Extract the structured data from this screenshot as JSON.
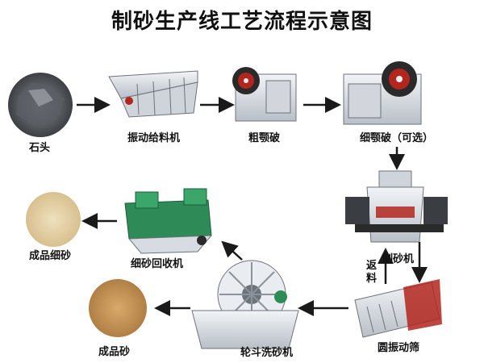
{
  "title": "制砂生产线工艺流程示意图",
  "nodes": {
    "stone": "石头",
    "vibrating_feeder": "振动给料机",
    "coarse_jaw_crusher": "粗颚破",
    "fine_jaw_crusher": "细颚破（可选）",
    "sand_making_machine": "制砂机",
    "circular_vibrating_screen": "圆振动筛",
    "return_material": "返料",
    "bucket_sand_washer": "轮斗洗砂机",
    "fine_sand_recycler": "细砂回收机",
    "fine_finished_sand": "成品细砂",
    "finished_sand": "成品砂"
  },
  "colors": {
    "machine_body": "#e6e9ee",
    "machine_shadow": "#9aa1ab",
    "crusher_red": "#b3261e",
    "recycler_green": "#2e8b57",
    "arrow": "#1a1a1a"
  }
}
